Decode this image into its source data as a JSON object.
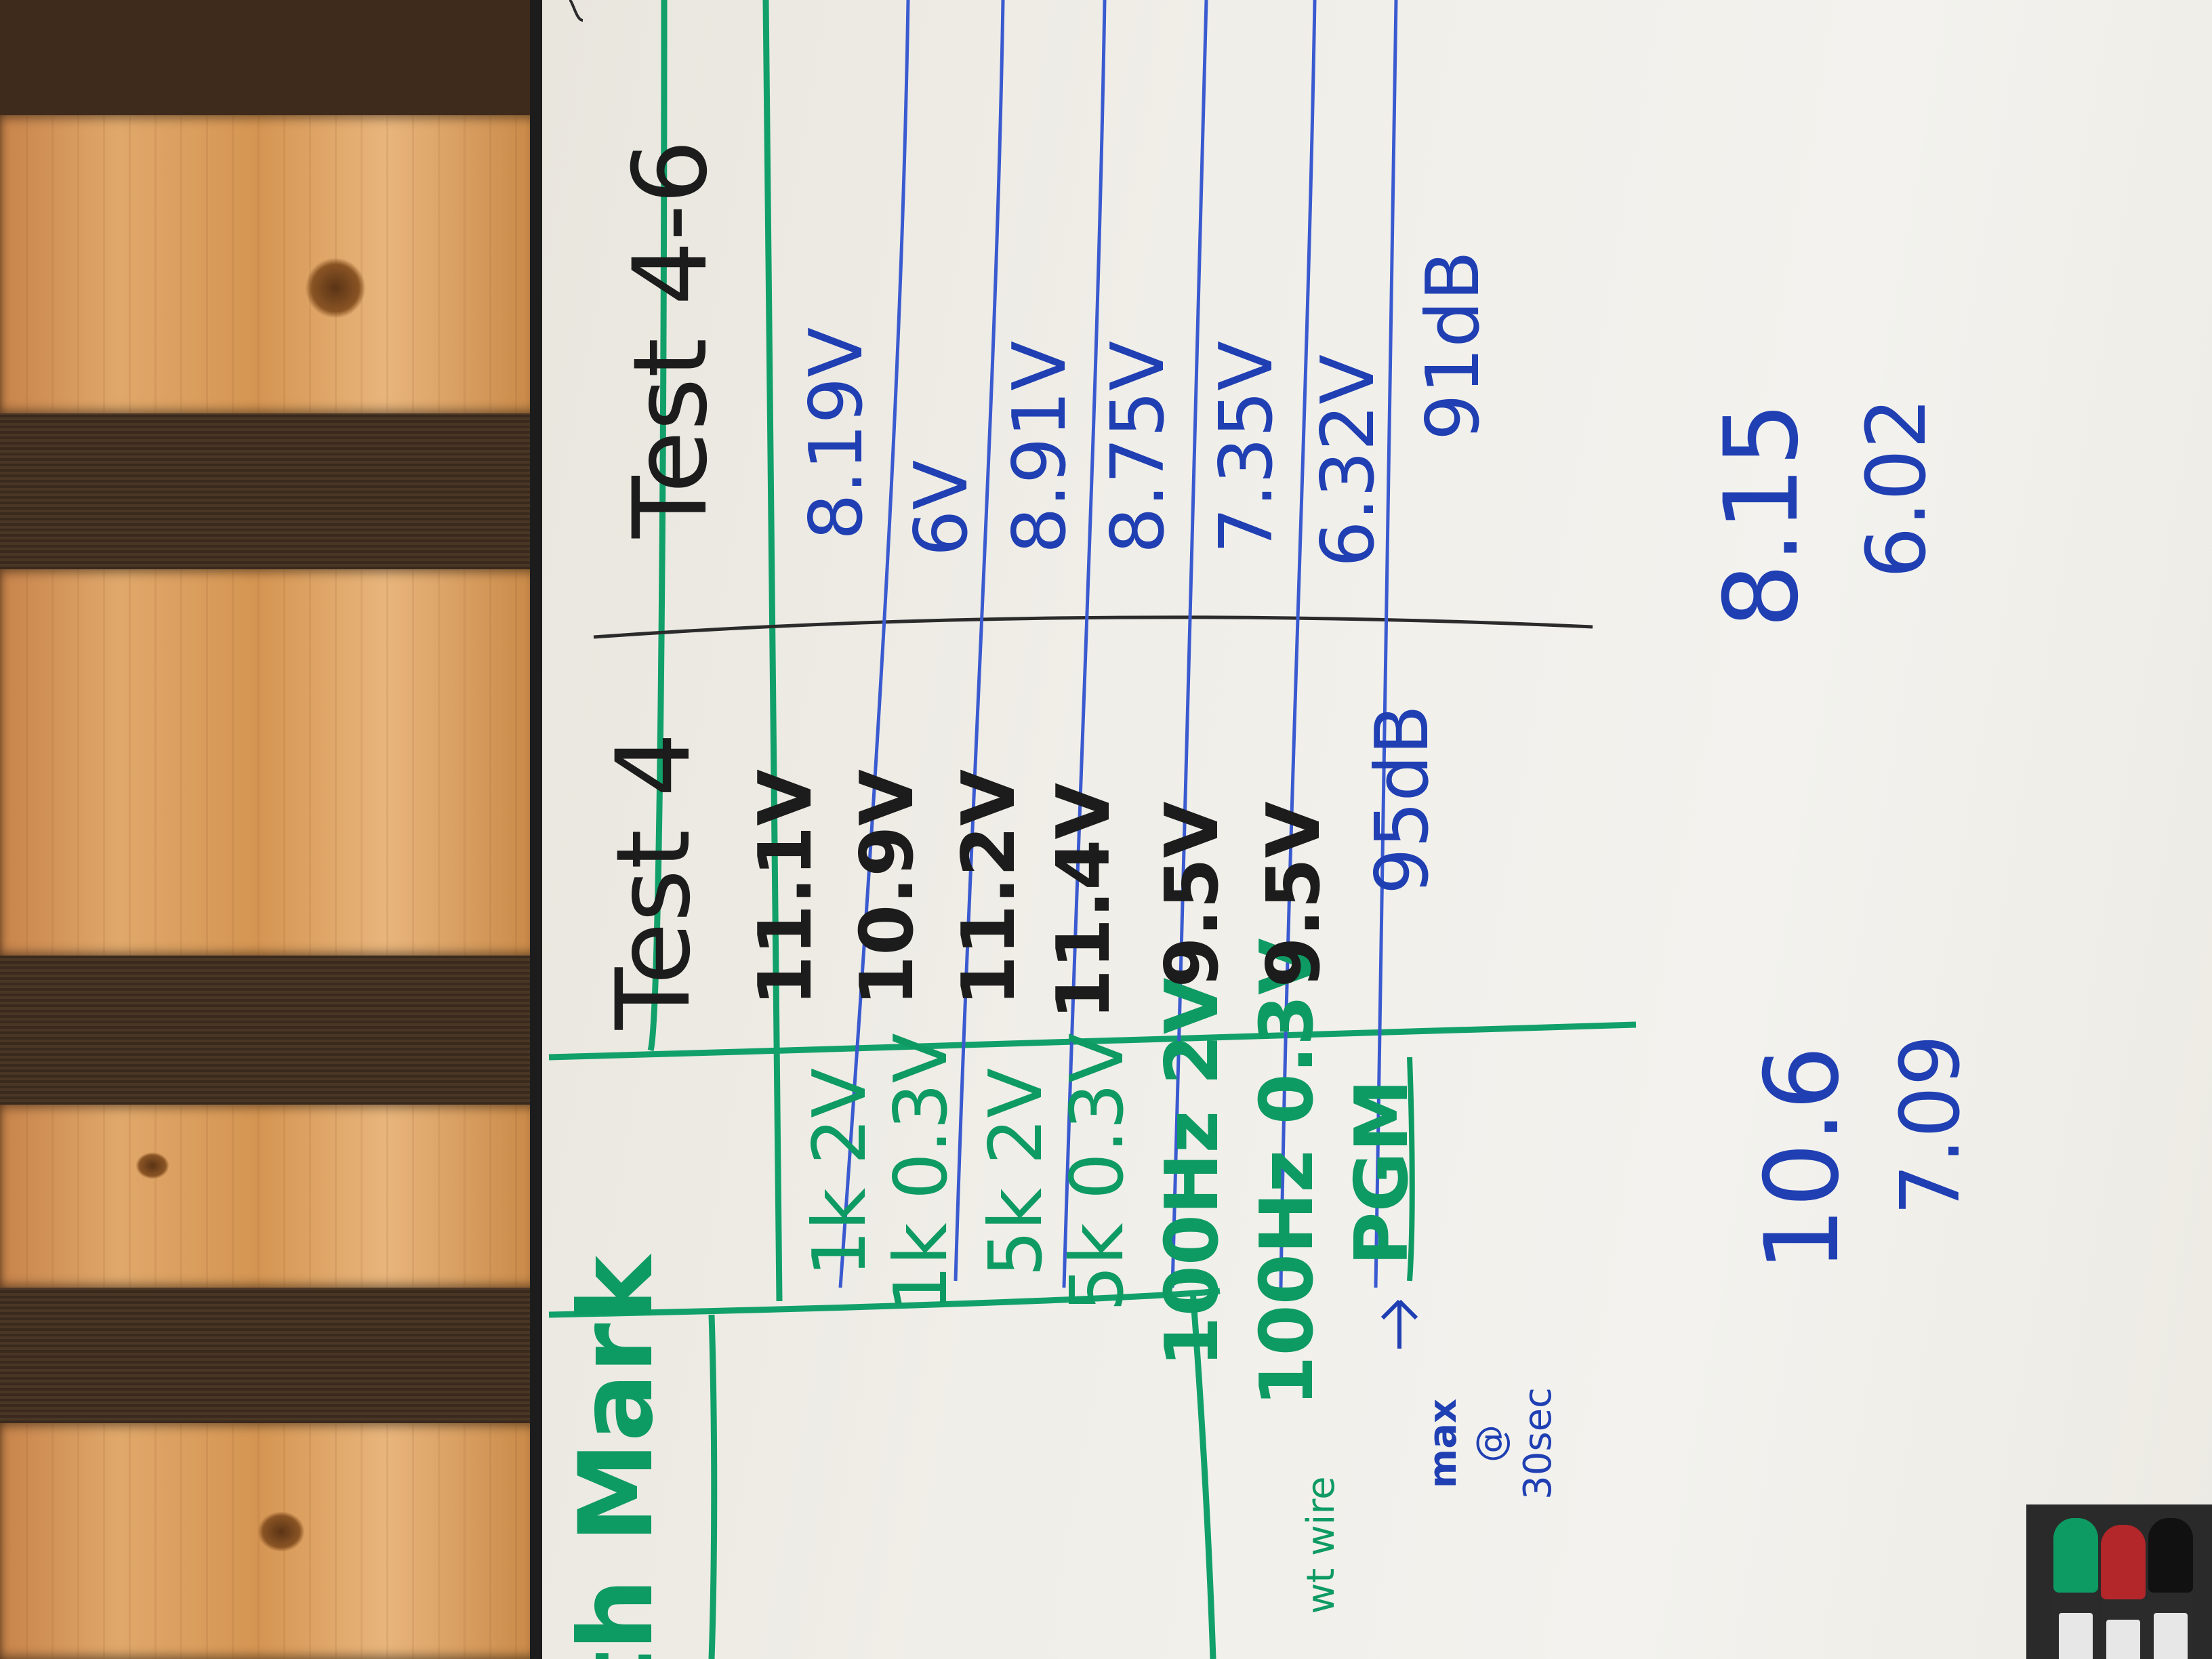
{
  "board": {
    "title_partial": "th Mark",
    "headers": {
      "col1": "Test 4",
      "col2": "Test 4-6"
    },
    "rows": [
      {
        "label": "1k 2V",
        "test4": "11.1V",
        "test4_6": "8.19V"
      },
      {
        "label": "1k 0.3V",
        "test4": "10.9V",
        "test4_6": "6V"
      },
      {
        "label": "5k 2V",
        "test4": "11.2V",
        "test4_6": "8.91V"
      },
      {
        "label": "5k 0.3V",
        "test4": "11.4V",
        "test4_6": "8.75V"
      },
      {
        "label": "100Hz 2V",
        "test4": "9.5V",
        "test4_6": "7.35V"
      },
      {
        "label": "100Hz 0.3V",
        "test4": "9.5V",
        "test4_6": "6.32V"
      },
      {
        "label": "PGM",
        "test4": "95dB",
        "test4_6": "91dB"
      }
    ],
    "side_notes": {
      "wire": "wt wire",
      "max_line1": "max",
      "max_line2": "@",
      "max_line3": "30sec",
      "arrow": "→"
    },
    "averages": {
      "a1": "10.6",
      "a2": "7.09",
      "b1": "8.15",
      "b2": "6.02"
    }
  },
  "colors": {
    "blue_marker": "#1f3fb3",
    "green_marker": "#0e9a63",
    "black_marker": "#1c1c1c",
    "board": "#f0eee8",
    "wood": "#d59552"
  }
}
